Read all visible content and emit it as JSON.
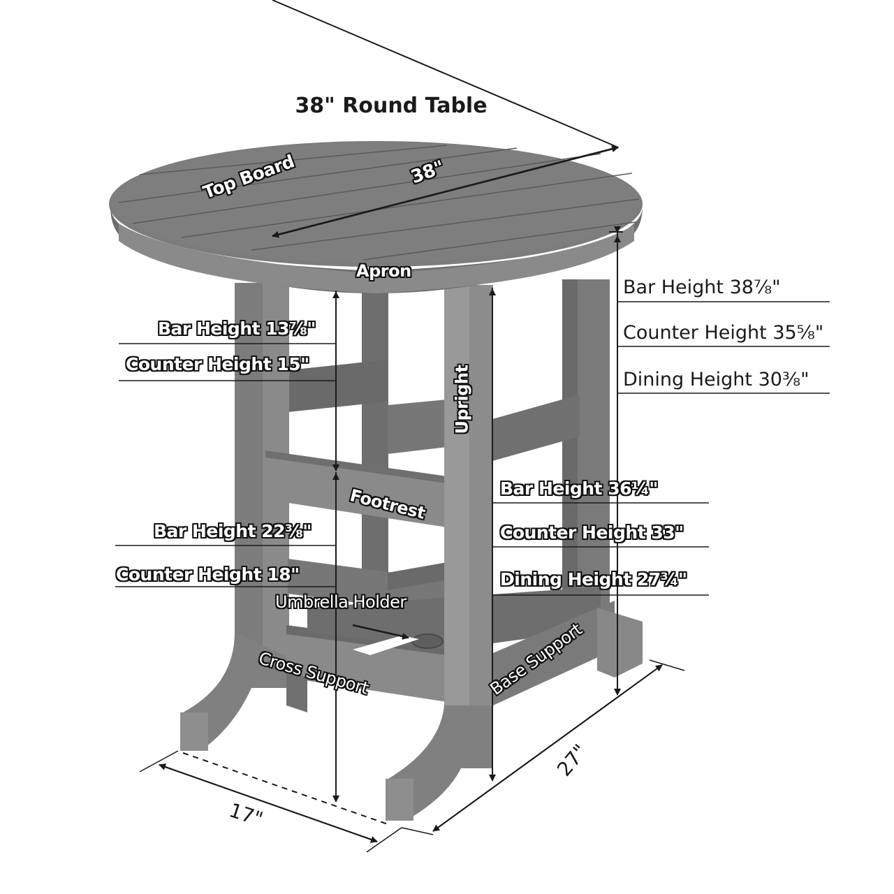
{
  "title": "38\" Round Table",
  "colors": {
    "table_gray": "#7c7c7c",
    "table_dark": "#5e5e5e",
    "table_light": "#9a9a9a",
    "line": "#1a1a1a",
    "background": "#ffffff"
  },
  "parts": {
    "top_board": "Top Board",
    "apron": "Apron",
    "upright": "Upright",
    "footrest": "Footrest",
    "umbrella_holder": "Umbrella Holder",
    "cross_support": "Cross Support",
    "base_support": "Base Support"
  },
  "dimensions": {
    "diameter": "38\"",
    "width": "17\"",
    "depth": "27\""
  },
  "table_heights": [
    {
      "label": "Bar Height 38⅞\""
    },
    {
      "label": "Counter Height 35⅝\""
    },
    {
      "label": "Dining Height 30⅜\""
    }
  ],
  "apron_to_footrest": [
    {
      "label": "Bar Height 13⅞\""
    },
    {
      "label": "Counter Height 15\""
    }
  ],
  "footrest_to_floor": [
    {
      "label": "Bar Height 22⅜\""
    },
    {
      "label": "Counter Height 18\""
    }
  ],
  "underside_heights": [
    {
      "label": "Bar Height 36¼\""
    },
    {
      "label": "Counter Height 33\""
    },
    {
      "label": "Dining Height 27¾\""
    }
  ]
}
